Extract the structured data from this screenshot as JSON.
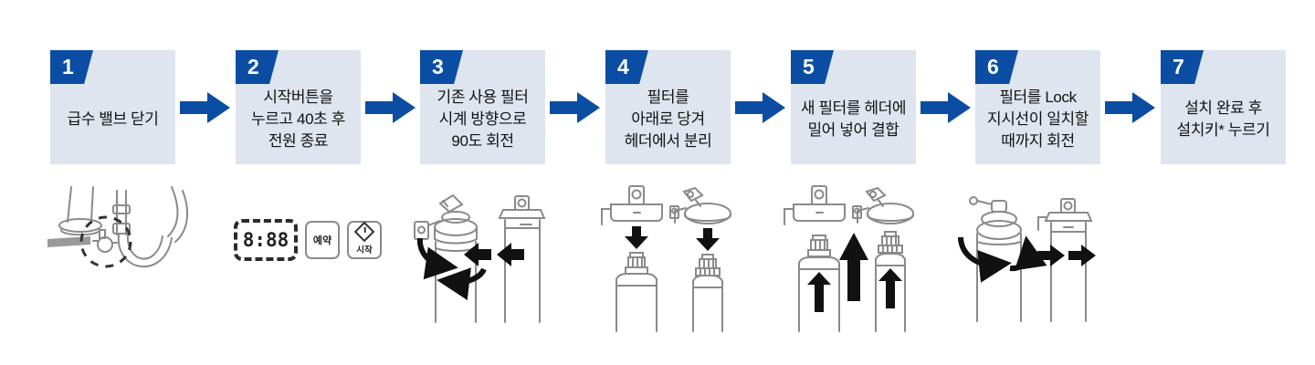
{
  "steps": [
    {
      "number": "1",
      "text": "급수 밸브 닫기"
    },
    {
      "number": "2",
      "text": "시작버튼을\n누르고 40초 후\n전원 종료"
    },
    {
      "number": "3",
      "text": "기존 사용 필터\n시계 방향으로\n90도 회전"
    },
    {
      "number": "4",
      "text": "필터를\n아래로 당겨\n헤더에서 분리"
    },
    {
      "number": "5",
      "text": "새 필터를 헤더에\n밀어 넣어 결합"
    },
    {
      "number": "6",
      "text": "필터를 Lock\n지시선이 일치할\n때까지 회전"
    },
    {
      "number": "7",
      "text": "설치 완료 후\n설치키* 누르기"
    }
  ],
  "control_panel": {
    "display_digits": "8:88",
    "reserve_button_label": "예약",
    "start_button_label": "시작"
  },
  "colors": {
    "accent_blue": "#0b4da2",
    "box_background": "#dee5ee",
    "text": "#111111",
    "illustration_gray": "#8a8a8a",
    "arrow_black": "#111111"
  }
}
